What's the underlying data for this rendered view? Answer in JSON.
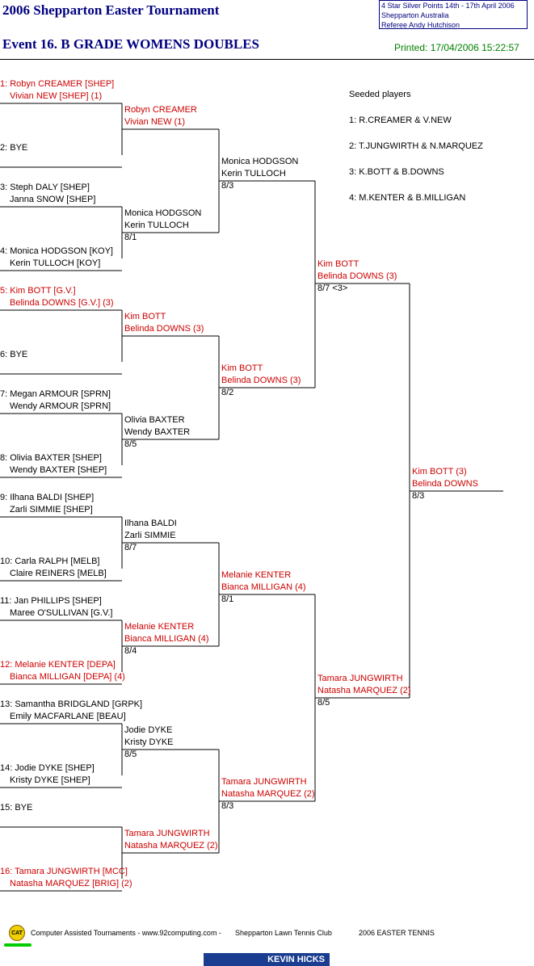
{
  "header": {
    "title": "2006 Shepparton Easter Tournament",
    "event": "Event 16. B GRADE WOMENS DOUBLES",
    "printed": "Printed: 17/04/2006 15:22:57",
    "info": {
      "line1": "4 Star Silver Points    14th - 17th April 2006",
      "line2": "Shepparton    Australia",
      "line3": "Referee   Andy  Hutchison"
    }
  },
  "seeds": {
    "heading": "Seeded players",
    "list": [
      "1: R.CREAMER & V.NEW",
      "2: T.JUNGWIRTH & N.MARQUEZ",
      "3: K.BOTT & B.DOWNS",
      "4: M.KENTER & B.MILLIGAN"
    ]
  },
  "draw": [
    {
      "l1": "1: Robyn CREAMER [SHEP]",
      "l2": "Vivian NEW [SHEP] (1)",
      "red": true
    },
    {
      "l1": "2: BYE",
      "l2": "",
      "red": false
    },
    {
      "l1": "3: Steph DALY [SHEP]",
      "l2": "Janna SNOW [SHEP]",
      "red": false
    },
    {
      "l1": "4: Monica HODGSON [KOY]",
      "l2": "Kerin TULLOCH [KOY]",
      "red": false
    },
    {
      "l1": "5: Kim BOTT [G.V.]",
      "l2": "Belinda DOWNS [G.V.] (3)",
      "red": true
    },
    {
      "l1": "6: BYE",
      "l2": "",
      "red": false
    },
    {
      "l1": "7: Megan ARMOUR [SPRN]",
      "l2": "Wendy ARMOUR [SPRN]",
      "red": false
    },
    {
      "l1": "8: Olivia BAXTER [SHEP]",
      "l2": "Wendy BAXTER [SHEP]",
      "red": false
    },
    {
      "l1": "9: Ilhana BALDI [SHEP]",
      "l2": "Zarli SIMMIE [SHEP]",
      "red": false
    },
    {
      "l1": "10: Carla RALPH [MELB]",
      "l2": "Claire REINERS [MELB]",
      "red": false
    },
    {
      "l1": "11: Jan PHILLIPS [SHEP]",
      "l2": "Maree O'SULLIVAN [G.V.]",
      "red": false
    },
    {
      "l1": "12: Melanie KENTER [DEPA]",
      "l2": "Bianca MILLIGAN [DEPA] (4)",
      "red": true
    },
    {
      "l1": "13: Samantha BRIDGLAND [GRPK]",
      "l2": "Emily MACFARLANE [BEAU]",
      "red": false
    },
    {
      "l1": "14: Jodie DYKE [SHEP]",
      "l2": "Kristy DYKE [SHEP]",
      "red": false
    },
    {
      "l1": "15: BYE",
      "l2": "",
      "red": false
    },
    {
      "l1": "16: Tamara JUNGWIRTH [MCC]",
      "l2": "Natasha MARQUEZ [BRIG] (2)",
      "red": true
    }
  ],
  "r2": [
    {
      "l1": "Robyn CREAMER",
      "l2": "Vivian NEW (1)",
      "score": "",
      "red": true
    },
    {
      "l1": "Monica HODGSON",
      "l2": "Kerin TULLOCH",
      "score": "8/1",
      "red": false
    },
    {
      "l1": "Kim BOTT",
      "l2": "Belinda DOWNS (3)",
      "score": "",
      "red": true
    },
    {
      "l1": "Olivia BAXTER",
      "l2": "Wendy BAXTER",
      "score": "8/5",
      "red": false
    },
    {
      "l1": "Ilhana BALDI",
      "l2": "Zarli SIMMIE",
      "score": "8/7",
      "red": false
    },
    {
      "l1": "Melanie KENTER",
      "l2": "Bianca MILLIGAN (4)",
      "score": "8/4",
      "red": true
    },
    {
      "l1": "Jodie DYKE",
      "l2": "Kristy DYKE",
      "score": "8/5",
      "red": false
    },
    {
      "l1": "Tamara JUNGWIRTH",
      "l2": "Natasha MARQUEZ (2)",
      "score": "",
      "red": true
    }
  ],
  "qf": [
    {
      "l1": "Monica HODGSON",
      "l2": "Kerin TULLOCH",
      "score": "8/3",
      "red": false
    },
    {
      "l1": "Kim BOTT",
      "l2": "Belinda DOWNS (3)",
      "score": "8/2",
      "red": true
    },
    {
      "l1": "Melanie KENTER",
      "l2": "Bianca MILLIGAN (4)",
      "score": "8/1",
      "red": true
    },
    {
      "l1": "Tamara JUNGWIRTH",
      "l2": "Natasha MARQUEZ (2)",
      "score": "8/3",
      "red": true
    }
  ],
  "sf": [
    {
      "l1": "Kim BOTT",
      "l2": "Belinda DOWNS (3)",
      "score": "8/7 <3>",
      "red": true
    },
    {
      "l1": "Tamara JUNGWIRTH",
      "l2": "Natasha MARQUEZ (2)",
      "score": "8/5",
      "red": true
    }
  ],
  "final": {
    "l1": "Kim BOTT (3)",
    "l2": "Belinda DOWNS",
    "score": "8/3",
    "red": true
  },
  "footer": {
    "logo": "CAT",
    "text1": "Computer Assisted Tournaments - www.92computing.com -",
    "text2": "Shepparton Lawn Tennis Club",
    "text3": "2006 EASTER TENNIS",
    "sponsor": "KEVIN HICKS"
  },
  "colors": {
    "title": "#000080",
    "winner": "#cc0000",
    "printed": "#008000"
  }
}
